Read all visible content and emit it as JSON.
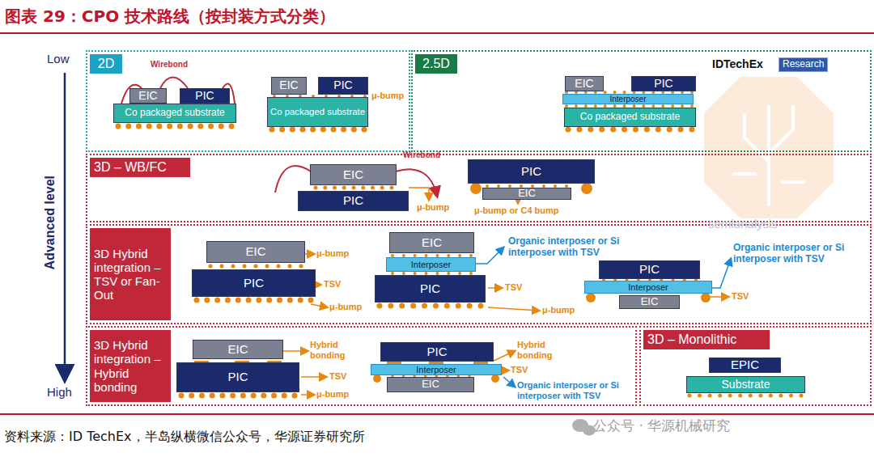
{
  "diagram": {
    "title": "图表 29：CPO 技术路线（按封装方式分类）",
    "nodes": [
      {
        "text": [
          "2D"
        ]
      },
      {
        "text": [
          "EIC"
        ],
        "in": 0
      },
      {
        "text": [
          "PIC"
        ],
        "in": 0
      },
      {
        "text": [
          "Co packaged substrate"
        ],
        "in": 0
      },
      {
        "text": [
          "EIC"
        ],
        "in": 0
      },
      {
        "text": [
          "PIC"
        ],
        "in": 0
      },
      {
        "text": [
          "Co packaged substrate"
        ],
        "in": 0
      },
      {
        "text": [
          "2.5D"
        ]
      },
      {
        "text": [
          "EIC"
        ],
        "in": 7
      },
      {
        "text": [
          "PIC"
        ],
        "in": 7
      },
      {
        "text": [
          "Interposer"
        ],
        "in": 7
      },
      {
        "text": [
          "Co packaged substrate"
        ],
        "in": 7
      },
      {
        "text": [
          "3D – WB/FC"
        ]
      },
      {
        "text": [
          "EIC"
        ],
        "in": 12
      },
      {
        "text": [
          "PIC"
        ],
        "in": 12
      },
      {
        "text": [
          "PIC"
        ],
        "in": 12
      },
      {
        "text": [
          "EIC"
        ],
        "in": 12
      },
      {
        "text": [
          "3D Hybrid integration – TSV or Fan-Out"
        ]
      },
      {
        "text": [
          "EIC"
        ],
        "in": 17
      },
      {
        "text": [
          "PIC"
        ],
        "in": 17
      },
      {
        "text": [
          "EIC"
        ],
        "in": 17
      },
      {
        "text": [
          "Interposer"
        ],
        "in": 17
      },
      {
        "text": [
          "PIC"
        ],
        "in": 17
      },
      {
        "text": [
          "PIC"
        ],
        "in": 17
      },
      {
        "text": [
          "Interposer"
        ],
        "in": 17
      },
      {
        "text": [
          "EIC"
        ],
        "in": 17
      },
      {
        "text": [
          "3D Hybrid integration – Hybrid bonding"
        ]
      },
      {
        "text": [
          "EIC"
        ],
        "in": 26
      },
      {
        "text": [
          "PIC"
        ],
        "in": 26
      },
      {
        "text": [
          "PIC"
        ],
        "in": 26
      },
      {
        "text": [
          "Interposer"
        ],
        "in": 26
      },
      {
        "text": [
          "EIC"
        ],
        "in": 26
      },
      {
        "text": [
          "3D – Monolithic"
        ]
      },
      {
        "text": [
          "EPIC"
        ],
        "in": 32
      },
      {
        "text": [
          "Substrate"
        ],
        "in": 32
      }
    ],
    "labels": [
      "Low",
      "Advanced level",
      "High",
      "Wirebond",
      "μ-bump",
      "IDTechEx",
      "Research",
      "semianalysis",
      "Wirebond",
      "μ-bump",
      "μ-bump or C4 bump",
      "μ-bump",
      "TSV",
      "μ-bump",
      "Organic interposer or Si interposer with TSV",
      "TSV",
      "μ-bump",
      "Organic interposer or Si interposer with TSV",
      "TSV",
      "Hybrid bonding",
      "TSV",
      "μ-bump",
      "Hybrid bonding",
      "TSV",
      "Organic interposer or Si interposer with TSV",
      "资料来源：ID TechEx，半岛纵横微信公众号，华源证券研究所",
      "公众号 · 华源机械研究"
    ]
  }
}
